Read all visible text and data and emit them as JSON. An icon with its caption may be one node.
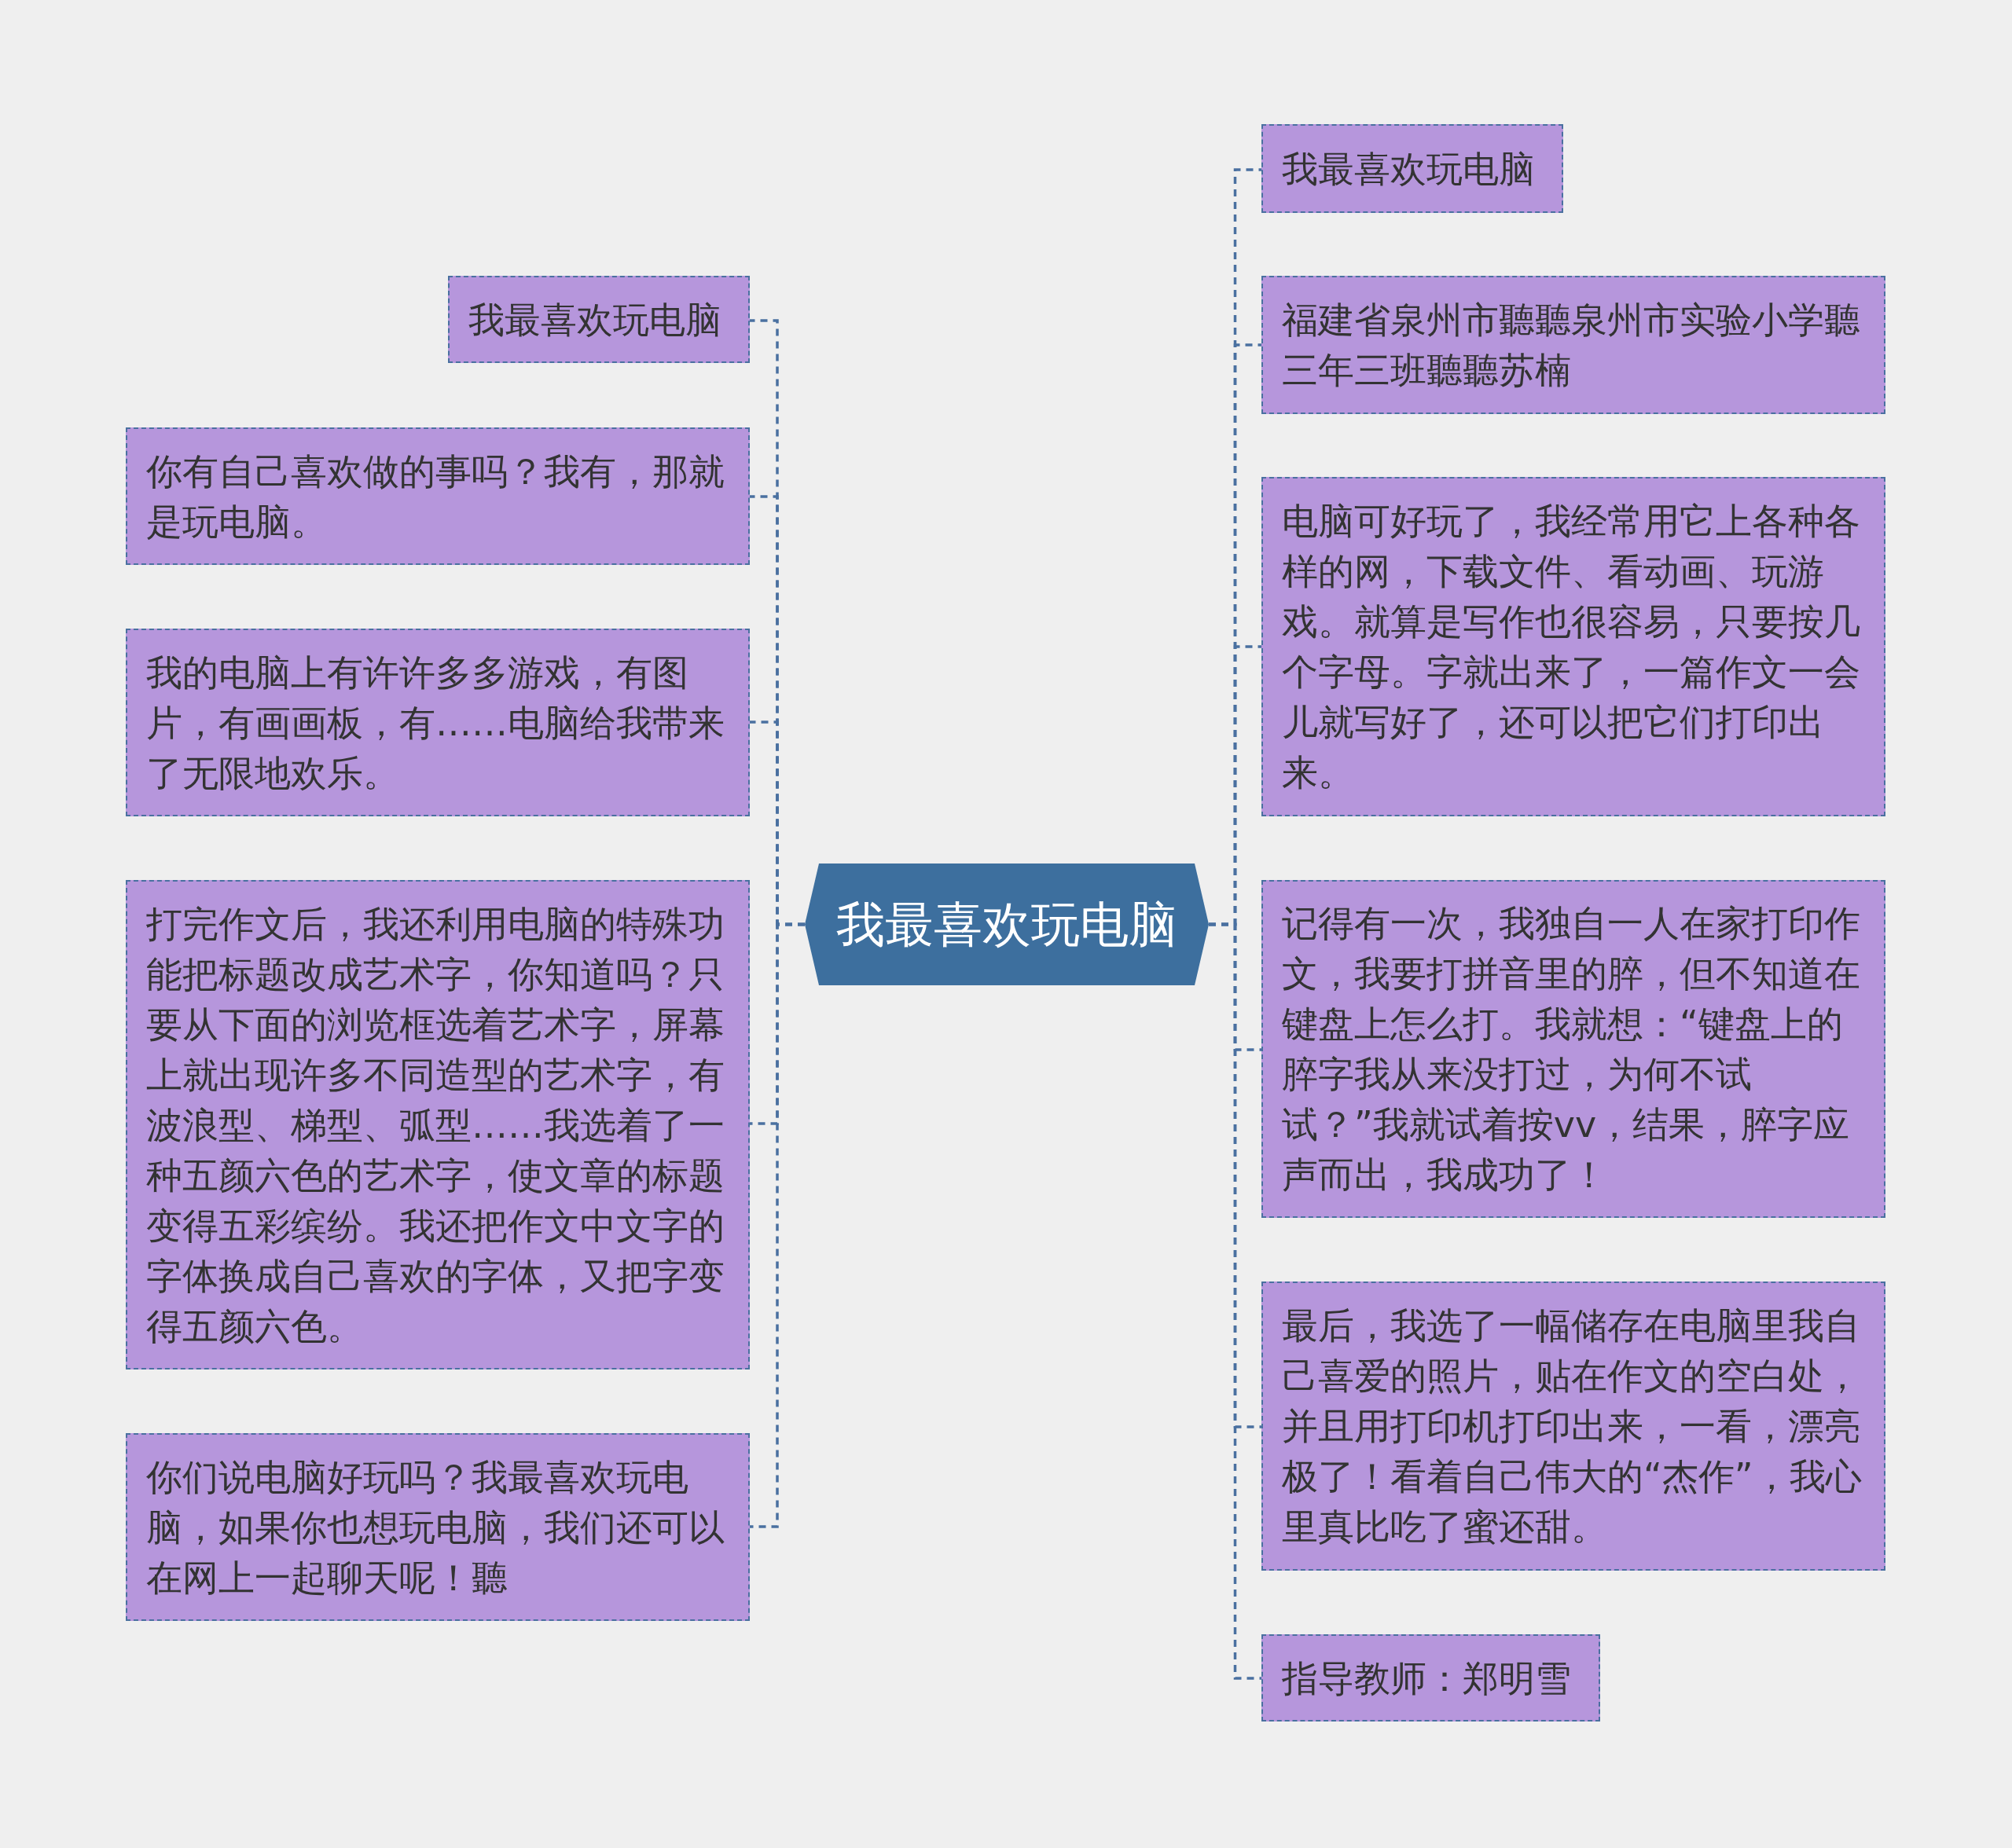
{
  "diagram": {
    "nodes": [
      {
        "text": [
          "我最喜欢玩电脑"
        ]
      },
      {
        "text": [
          "我最喜欢玩电脑"
        ]
      },
      {
        "text": [
          "你有自己喜欢做的事吗？我有，那就是玩电脑。"
        ]
      },
      {
        "text": [
          "我的电脑上有许许多多游戏，有图片，有画画板，有……电脑给我带来了无限地欢乐。"
        ]
      },
      {
        "text": [
          "打完作文后，我还利用电脑的特殊功能把标题改成艺术字，你知道吗？只要从下面的浏览框选着艺术字，屏幕上就出现许多不同造型的艺术字，有波浪型、梯型、弧型……我选着了一种五颜六色的艺术字，使文章的标题变得五彩缤纷。我还把作文中文字的字体换成自己喜欢的字体，又把字变得五颜六色。"
        ]
      },
      {
        "text": [
          "你们说电脑好玩吗？我最喜欢玩电脑，如果你也想玩电脑，我们还可以在网上一起聊天呢！聽"
        ]
      },
      {
        "text": [
          "我最喜欢玩电脑"
        ]
      },
      {
        "text": [
          "福建省泉州市聽聽泉州市实验小学聽三年三班聽聽苏楠"
        ]
      },
      {
        "text": [
          "电脑可好玩了，我经常用它上各种各样的网，下载文件、看动画、玩游戏。就算是写作也很容易，只要按几个字母。字就出来了，一篇作文一会儿就写好了，还可以把它们打印出来。"
        ]
      },
      {
        "text": [
          "记得有一次，我独自一人在家打印作文，我要打拼音里的脺，但不知道在键盘上怎么打。我就想：“键盘上的脺字我从来没打过，为何不试试？”我就试着按vv，结果，脺字应声而出，我成功了！"
        ]
      },
      {
        "text": [
          "最后，我选了一幅储存在电脑里我自己喜爱的照片，贴在作文的空白处，并且用打印机打印出来，一看，漂亮极了！看着自己伟大的“杰作”，我心里真比吃了蜜还甜。"
        ]
      },
      {
        "text": [
          "指导教师：郑明雪"
        ]
      }
    ],
    "edges": [
      {
        "from": 0,
        "to": 1,
        "arrow": "none",
        "style": "dashed"
      },
      {
        "from": 0,
        "to": 2,
        "arrow": "none",
        "style": "dashed"
      },
      {
        "from": 0,
        "to": 3,
        "arrow": "none",
        "style": "dashed"
      },
      {
        "from": 0,
        "to": 4,
        "arrow": "none",
        "style": "dashed"
      },
      {
        "from": 0,
        "to": 5,
        "arrow": "none",
        "style": "dashed"
      },
      {
        "from": 0,
        "to": 6,
        "arrow": "none",
        "style": "dashed"
      },
      {
        "from": 0,
        "to": 7,
        "arrow": "none",
        "style": "dashed"
      },
      {
        "from": 0,
        "to": 8,
        "arrow": "none",
        "style": "dashed"
      },
      {
        "from": 0,
        "to": 9,
        "arrow": "none",
        "style": "dashed"
      },
      {
        "from": 0,
        "to": 10,
        "arrow": "none",
        "style": "dashed"
      },
      {
        "from": 0,
        "to": 11,
        "arrow": "none",
        "style": "dashed"
      }
    ]
  }
}
